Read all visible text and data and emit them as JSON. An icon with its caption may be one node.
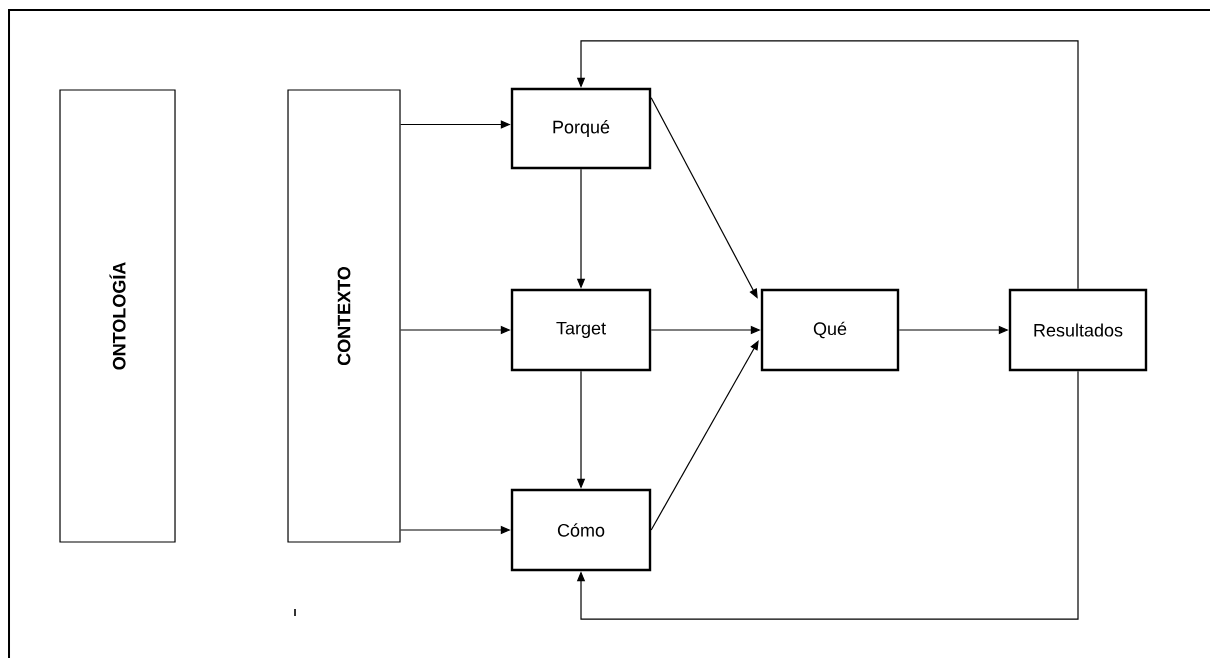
{
  "diagram": {
    "nodes": [
      {
        "text": [
          "ONTOLOGÍA"
        ]
      },
      {
        "text": [
          "CONTEXTO"
        ]
      },
      {
        "text": [
          "Porqué"
        ]
      },
      {
        "text": [
          "Target"
        ]
      },
      {
        "text": [
          "Cómo"
        ]
      },
      {
        "text": [
          "Qué"
        ]
      },
      {
        "text": [
          "Resultados"
        ]
      }
    ],
    "edges": [
      {
        "from": 1,
        "to": 2,
        "arrow": "to"
      },
      {
        "from": 1,
        "to": 3,
        "arrow": "to"
      },
      {
        "from": 1,
        "to": 4,
        "arrow": "to"
      },
      {
        "from": 2,
        "to": 3,
        "arrow": "to"
      },
      {
        "from": 3,
        "to": 4,
        "arrow": "to"
      },
      {
        "from": 2,
        "to": 5,
        "arrow": "to"
      },
      {
        "from": 3,
        "to": 5,
        "arrow": "to"
      },
      {
        "from": 4,
        "to": 5,
        "arrow": "to"
      },
      {
        "from": 5,
        "to": 6,
        "arrow": "to"
      },
      {
        "from": 6,
        "to": 2,
        "arrow": "to"
      },
      {
        "from": 6,
        "to": 4,
        "arrow": "to"
      }
    ]
  }
}
